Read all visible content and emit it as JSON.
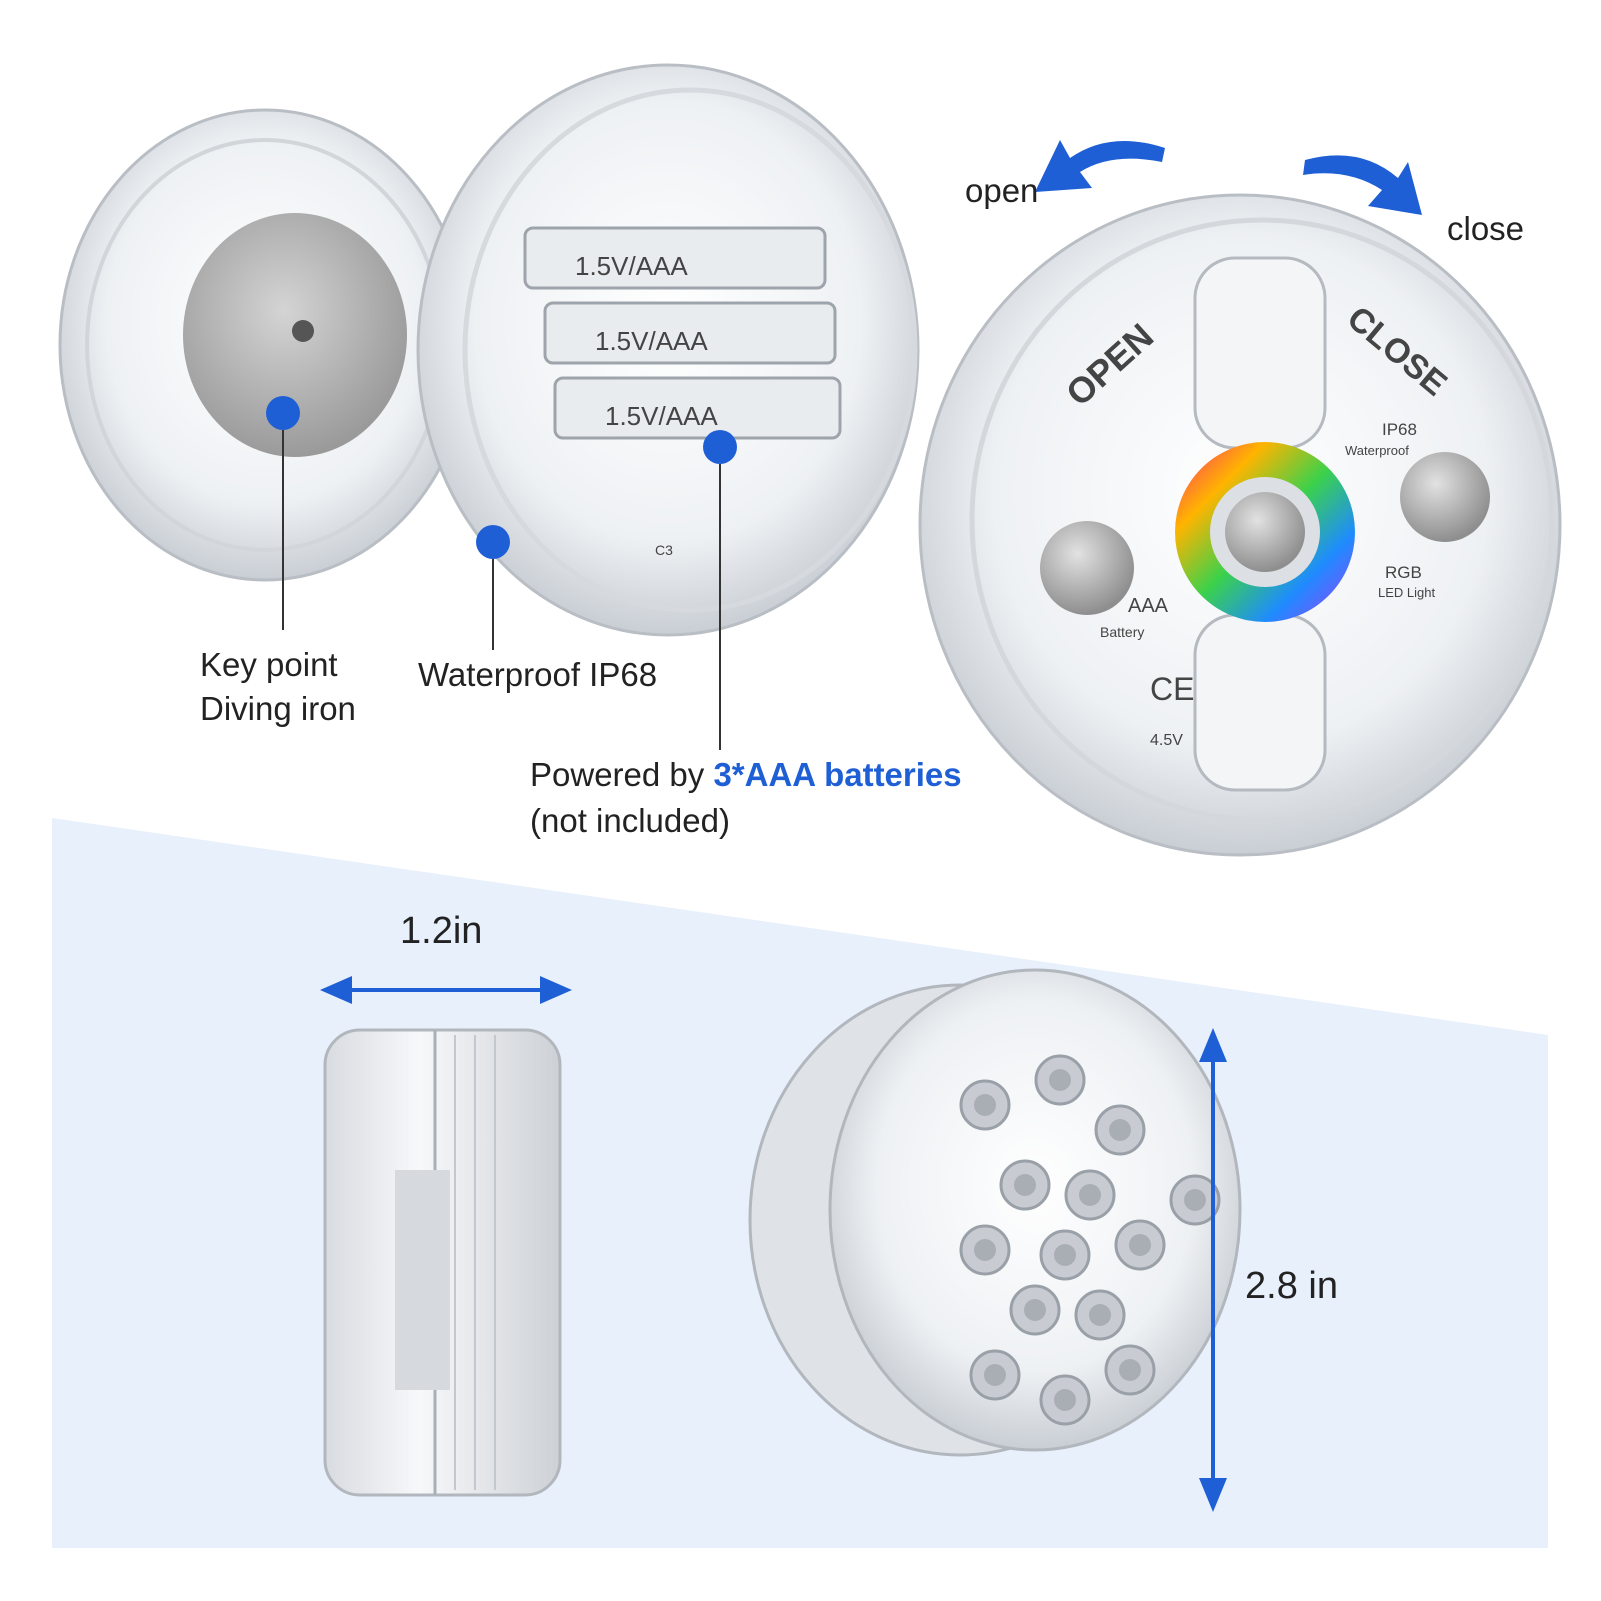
{
  "labels": {
    "key_point": "Key point",
    "diving_iron": "Diving iron",
    "waterproof": "Waterproof IP68",
    "powered_prefix": "Powered by ",
    "powered_accent": "3*AAA batteries",
    "not_included": "(not included)",
    "open": "open",
    "close": "close"
  },
  "dimensions": {
    "thickness": "1.2in",
    "diameter": "2.8 in"
  },
  "engravings": {
    "battery_1": "1.5V/AAA",
    "battery_2": "1.5V/AAA",
    "battery_3": "1.5V/AAA",
    "board": "C3",
    "open": "OPEN",
    "close": "CLOSE",
    "ip68": "IP68",
    "waterproof": "Waterproof",
    "rgb": "RGB",
    "led_light": "LED Light",
    "battery": "Battery",
    "aaa": "AAA",
    "ce": "CE",
    "voltage": "4.5V"
  },
  "colors": {
    "accent_blue": "#1f5fd6",
    "panel_bg": "#e8f0fc"
  }
}
